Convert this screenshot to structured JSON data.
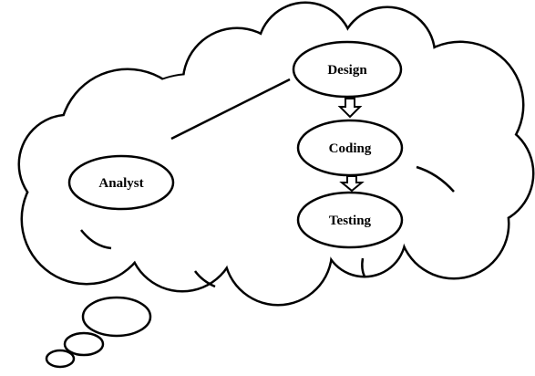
{
  "colors": {
    "stroke": "#000000",
    "fill": "#ffffff",
    "background": "#ffffff"
  },
  "nodes": {
    "analyst": {
      "label": "Analyst"
    },
    "design": {
      "label": "Design"
    },
    "coding": {
      "label": "Coding"
    },
    "testing": {
      "label": "Testing"
    }
  }
}
